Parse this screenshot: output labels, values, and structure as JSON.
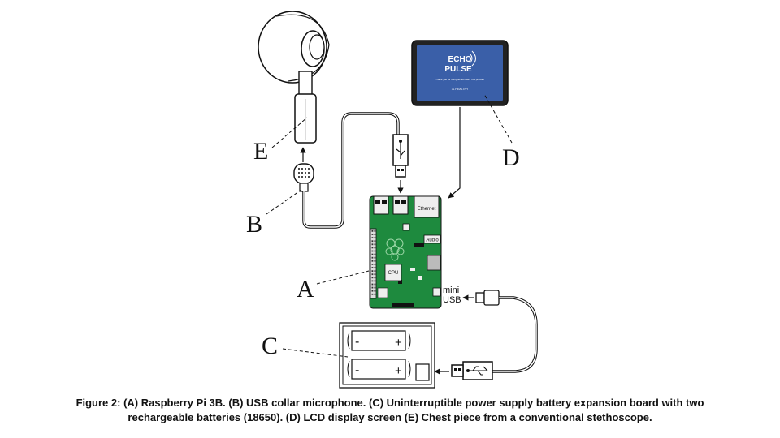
{
  "labels": {
    "a": "A",
    "b": "B",
    "c": "C",
    "d": "D",
    "e": "E"
  },
  "board": {
    "ethernet": "Ethernet",
    "audio": "Audio",
    "cpu": "CPU",
    "mini_usb_line1": "mini",
    "mini_usb_line2": "USB"
  },
  "tablet": {
    "logo_line1": "ECHO",
    "logo_line2": "PULSE",
    "message": "Thank you for using EchoPulse. This product",
    "brand": "3L HEALTHY"
  },
  "caption": {
    "line1": "Figure 2:  (A) Raspberry Pi 3B. (B) USB collar microphone. (C) Uninterruptible power supply battery expansion board with two",
    "line2": "rechargeable batteries (18650). (D) LCD display screen (E) Chest piece from a conventional stethoscope."
  },
  "colors": {
    "board_green": "#1e8a3e",
    "tablet_screen": "#3a5fa8",
    "line": "#111111"
  }
}
